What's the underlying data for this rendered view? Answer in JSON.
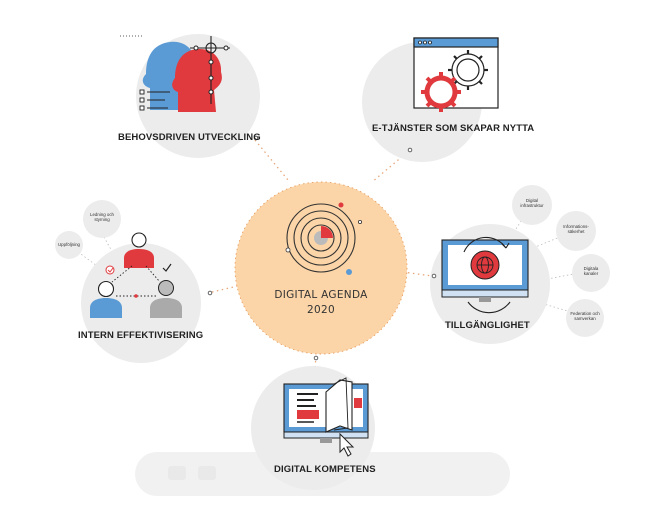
{
  "center": {
    "title_line1": "DIGITAL AGENDA",
    "title_line2": "2020"
  },
  "nodes": {
    "behovsdriven": {
      "label": "BEHOVSDRIVEN UTVECKLING"
    },
    "etjanster": {
      "label": "E-TJÄNSTER SOM SKAPAR NYTTA"
    },
    "intern": {
      "label": "INTERN EFFEKTIVISERING"
    },
    "tillganglighet": {
      "label": "TILLGÄNGLIGHET"
    },
    "kompetens": {
      "label": "DIGITAL KOMPETENS"
    }
  },
  "satellites": {
    "ledning": {
      "line1": "Ledning och",
      "line2": "styrning"
    },
    "uppfoljning": {
      "line1": "Uppföljning",
      "line2": ""
    },
    "infrastruktur": {
      "line1": "Digital",
      "line2": "infrastruktur"
    },
    "informationssakerhet": {
      "line1": "Informations-",
      "line2": "säkerhet"
    },
    "kanaler": {
      "line1": "Digitala",
      "line2": "kanaler"
    },
    "federation": {
      "line1": "Federation och",
      "line2": "samverkan"
    }
  },
  "colors": {
    "red": "#e03a3e",
    "blue": "#5b9bd5",
    "center_fill": "#fbd5a8",
    "bubble": "#ececec"
  }
}
